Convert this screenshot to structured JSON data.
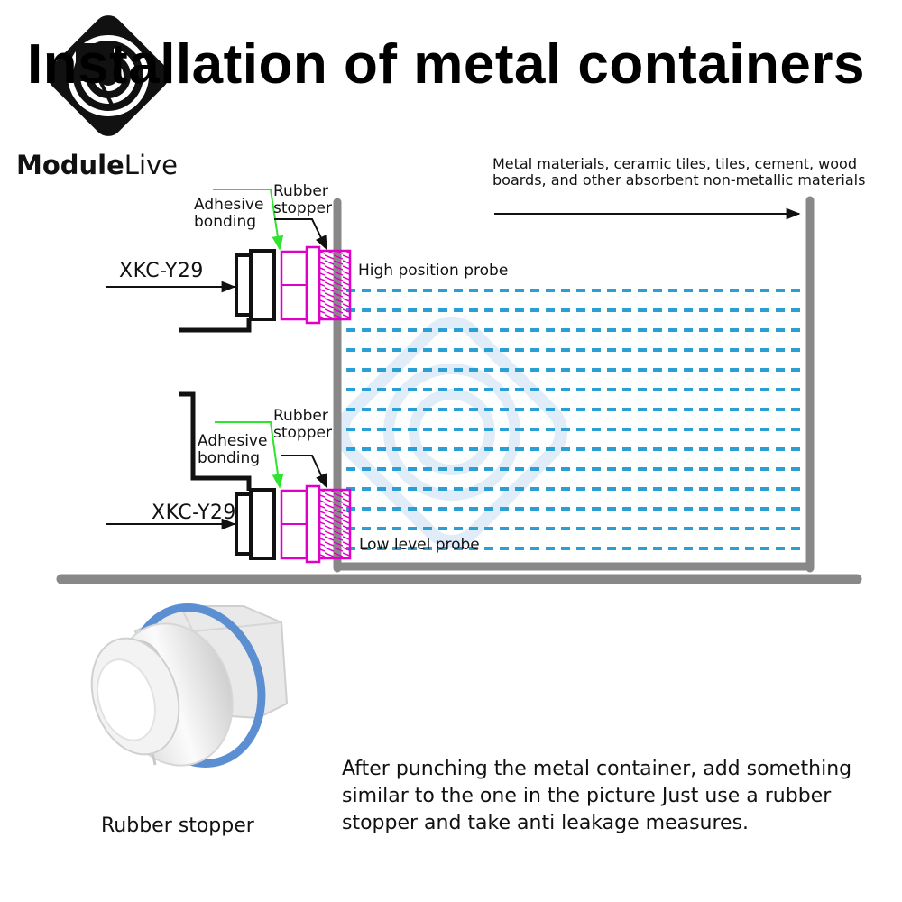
{
  "title": "Installation of metal containers",
  "brand": {
    "part1": "Module",
    "part2": "Live"
  },
  "note": "Metal materials, ceramic tiles, tiles, cement, wood boards, and other absorbent non-metallic materials",
  "top_sensor": {
    "adhesive": [
      "Adhesive",
      "bonding"
    ],
    "stopper": [
      "Rubber",
      "stopper"
    ],
    "model": "XKC-Y29",
    "probe": "High position probe"
  },
  "bottom_sensor": {
    "adhesive": [
      "Adhesive",
      "bonding"
    ],
    "stopper": [
      "Rubber",
      "stopper"
    ],
    "model": "XKC-Y29",
    "probe": "Low level probe"
  },
  "caption": "Rubber stopper",
  "instructions": "After punching the metal container, add something similar to the one in the picture Just use a rubber stopper and take anti leakage measures.",
  "colors": {
    "wall": "#888888",
    "water": "#2a9fd6",
    "magenta": "#e000c8",
    "green_arrow": "#2ee42e",
    "oring": "#5b8fd2",
    "watermark": "#c7ddf3"
  }
}
